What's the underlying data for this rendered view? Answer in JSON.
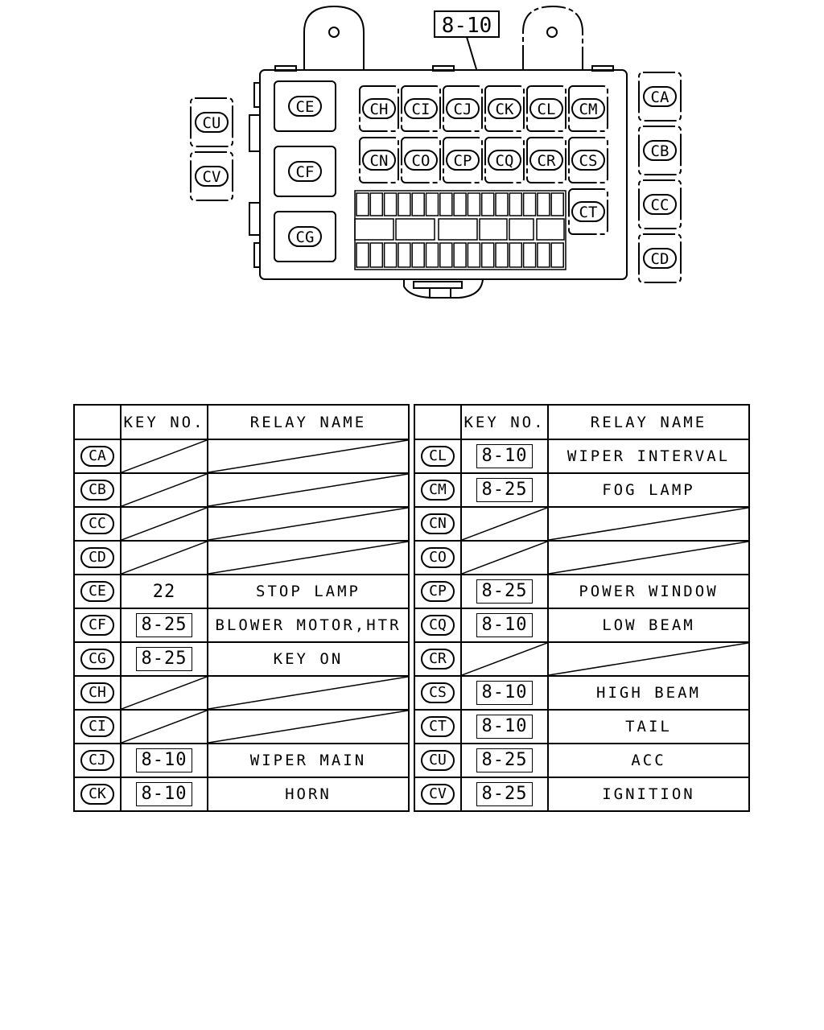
{
  "callout": "8-10",
  "diagram": {
    "left_relays": [
      "CU",
      "CV"
    ],
    "right_relays": [
      "CA",
      "CB",
      "CC",
      "CD"
    ],
    "large_relays": [
      "CE",
      "CF",
      "CG"
    ],
    "grid_row1": [
      "CH",
      "CI",
      "CJ",
      "CK",
      "CL",
      "CM"
    ],
    "grid_row2": [
      "CN",
      "CO",
      "CP",
      "CQ",
      "CR",
      "CS"
    ],
    "extra_relay": "CT"
  },
  "table": {
    "headers": [
      "",
      "KEY NO.",
      "RELAY NAME"
    ],
    "left_rows": [
      {
        "code": "CA",
        "key": "",
        "name": "",
        "blank": true
      },
      {
        "code": "CB",
        "key": "",
        "name": "",
        "blank": true
      },
      {
        "code": "CC",
        "key": "",
        "name": "",
        "blank": true
      },
      {
        "code": "CD",
        "key": "",
        "name": "",
        "blank": true
      },
      {
        "code": "CE",
        "key": "22",
        "name": "STOP LAMP",
        "boxed": false
      },
      {
        "code": "CF",
        "key": "8-25",
        "name": "BLOWER MOTOR,HTR",
        "boxed": true
      },
      {
        "code": "CG",
        "key": "8-25",
        "name": "KEY ON",
        "boxed": true
      },
      {
        "code": "CH",
        "key": "",
        "name": "",
        "blank": true
      },
      {
        "code": "CI",
        "key": "",
        "name": "",
        "blank": true
      },
      {
        "code": "CJ",
        "key": "8-10",
        "name": "WIPER MAIN",
        "boxed": true
      },
      {
        "code": "CK",
        "key": "8-10",
        "name": "HORN",
        "boxed": true
      }
    ],
    "right_rows": [
      {
        "code": "CL",
        "key": "8-10",
        "name": "WIPER INTERVAL",
        "boxed": true
      },
      {
        "code": "CM",
        "key": "8-25",
        "name": "FOG LAMP",
        "boxed": true
      },
      {
        "code": "CN",
        "key": "",
        "name": "",
        "blank": true
      },
      {
        "code": "CO",
        "key": "",
        "name": "",
        "blank": true
      },
      {
        "code": "CP",
        "key": "8-25",
        "name": "POWER WINDOW",
        "boxed": true
      },
      {
        "code": "CQ",
        "key": "8-10",
        "name": "LOW BEAM",
        "boxed": true
      },
      {
        "code": "CR",
        "key": "",
        "name": "",
        "blank": true
      },
      {
        "code": "CS",
        "key": "8-10",
        "name": "HIGH BEAM",
        "boxed": true
      },
      {
        "code": "CT",
        "key": "8-10",
        "name": "TAIL",
        "boxed": true
      },
      {
        "code": "CU",
        "key": "8-25",
        "name": "ACC",
        "boxed": true
      },
      {
        "code": "CV",
        "key": "8-25",
        "name": "IGNITION",
        "boxed": true
      }
    ]
  }
}
